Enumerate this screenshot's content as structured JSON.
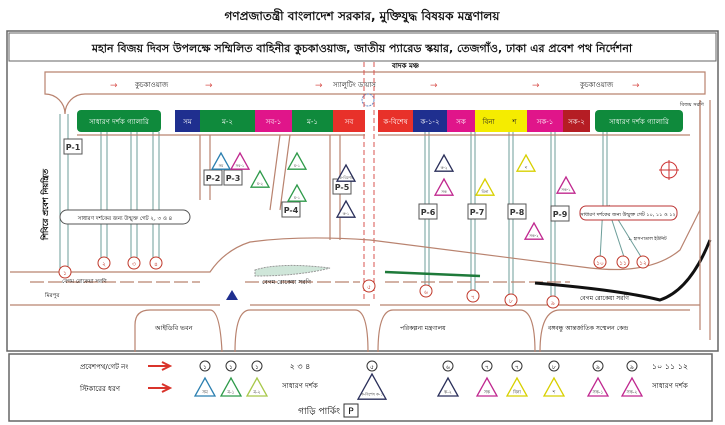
{
  "header": {
    "title": "গণপ্রজাতন্ত্রী বাংলাদেশ সরকার, মুক্তিযুদ্ধ বিষয়ক মন্ত্রণালয়",
    "subtitle": "মহান বিজয় দিবস উপলক্ষে সম্মিলিত বাহিনীর কুচকাওয়াজ, জাতীয় প্যারেড স্কয়ার, তেজগাঁও, ঢাকা এর প্রবেশ পথ নির্দেশনা"
  },
  "map": {
    "band_stage": "বাদক মঞ্চ",
    "parade_left": "কুচকাওয়াজ",
    "saluting_dais": "স্যালুটিং ডায়াস",
    "parade_right": "কুচকাওয়াজ",
    "left_gallery": "সাধারণ দর্শক গ্যালারি",
    "right_gallery": "সাধারণ দর্শক গ্যালারি",
    "blocks": [
      {
        "label": "সম",
        "color": "#1f2f8f"
      },
      {
        "label": "ম-২",
        "color": "#0f8a3c"
      },
      {
        "label": "সব-১",
        "color": "#e0158a"
      },
      {
        "label": "ম-১",
        "color": "#0f8a3c"
      },
      {
        "label": "সব",
        "color": "#e8312a"
      },
      {
        "label": "ক-বিশেষ",
        "color": "#e8312a"
      },
      {
        "label": "ক-১-২",
        "color": "#1f2f8f"
      },
      {
        "label": "সক",
        "color": "#e0158a"
      },
      {
        "label": "বিনা",
        "color": "#f5ec00"
      },
      {
        "label": "শ",
        "color": "#f5ec00"
      },
      {
        "label": "সক-১",
        "color": "#e0158a"
      },
      {
        "label": "সক-২",
        "color": "#b51d24"
      }
    ],
    "parking": [
      "P-1",
      "P-2",
      "P-3",
      "P-4",
      "P-5",
      "P-6",
      "P-7",
      "P-8",
      "P-9"
    ],
    "stickers": [
      {
        "label": "সম",
        "color": "#2b7fb0"
      },
      {
        "label": "সব-১",
        "color": "#c0288f"
      },
      {
        "label": "ম-২",
        "color": "#2e9a4a"
      },
      {
        "label": "ম-১",
        "color": "#2e9a4a"
      },
      {
        "label": "ম-১",
        "color": "#2e9a4a"
      },
      {
        "label": "ক-বিশেষ",
        "color": "#2a2f5a"
      },
      {
        "label": "ক-১",
        "color": "#2a2f5a"
      },
      {
        "label": "ক-২",
        "color": "#2a2f5a"
      },
      {
        "label": "সক",
        "color": "#c0288f"
      },
      {
        "label": "বিনা",
        "color": "#d8d000"
      },
      {
        "label": "শ",
        "color": "#d8d000"
      },
      {
        "label": "সক-১",
        "color": "#c0288f"
      },
      {
        "label": "সক-২",
        "color": "#c0288f"
      }
    ],
    "gates": [
      "১",
      "২",
      "৩",
      "৪",
      "৫",
      "৬",
      "৭",
      "৮",
      "৯",
      "১০",
      "১১",
      "১২"
    ],
    "left_bubble": "সাধারণ দর্শকের জন্য উন্মুক্ত গেট ২, ৩ ও ৪",
    "right_bubble": "সাধারণ দর্শকের জন্য উন্মুক্ত গেট ১০, ১১ ও ১২",
    "restricted_entry": "শিবিরে প্রবেশ নিয়ন্ত্রিত",
    "road_left": "বেগম রোকেয়া সরণি",
    "road_mid": "বেগম রোকেয়া সরণি",
    "road_right": "বেগম রোকেয়া সরণি",
    "mirpur": "মিরপুর",
    "bijoy_sarani": "বিজয় সরণি",
    "idb": "আইডিবি ভবন",
    "planning": "পরিকল্পনা মন্ত্রণালয়",
    "bicc": "বঙ্গবন্ধু আন্তর্জাতিক সম্মেলন কেন্দ্র",
    "hospital": "১. হাসপাতাল ইউনিট"
  },
  "legend": {
    "gate_label": "প্রবেশপথ/গেট নং",
    "sticker_label": "স্টিকারের ধরণ",
    "items": [
      {
        "gate": "১",
        "sticker": "সম",
        "color": "#2b7fb0"
      },
      {
        "gate": "১",
        "sticker": "ম-১",
        "color": "#2e9a4a"
      },
      {
        "gate": "১",
        "sticker": "ম-২",
        "color": "#a8c84a"
      },
      {
        "gate": "২ ৩ ৪",
        "sticker": "সাধারণ দর্শক",
        "color": ""
      },
      {
        "gate": "৫",
        "sticker": "ক-বিশেষ ক-১",
        "color": "#2a2f5a"
      },
      {
        "gate": "৬",
        "sticker": "ক-২",
        "color": "#2a2f5a"
      },
      {
        "gate": "৭",
        "sticker": "সক",
        "color": "#c0288f"
      },
      {
        "gate": "৭",
        "sticker": "বিনা",
        "color": "#d8d000"
      },
      {
        "gate": "৮",
        "sticker": "শ",
        "color": "#d8d000"
      },
      {
        "gate": "৯",
        "sticker": "সক-১",
        "color": "#c0288f"
      },
      {
        "gate": "৯",
        "sticker": "সক-২",
        "color": "#c0288f"
      },
      {
        "gate": "১০ ১১ ১২",
        "sticker": "সাধারণ দর্শক",
        "color": ""
      }
    ],
    "parking_label": "গাড়ি পার্কিং",
    "parking_symbol": "P"
  },
  "colors": {
    "gallery_green": "#0f8a3c",
    "arrow_red": "#d9342b",
    "road": "#b9836f"
  }
}
